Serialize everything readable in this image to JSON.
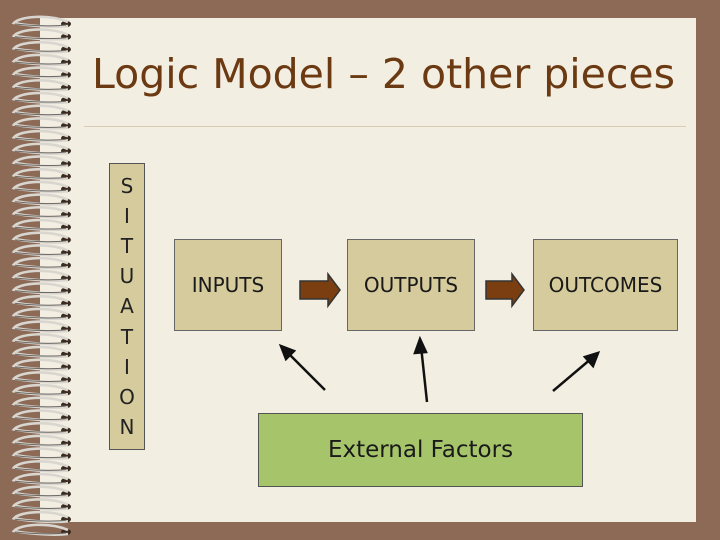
{
  "slide": {
    "title": "Logic Model – 2 other pieces",
    "situation_letters": [
      "S",
      "I",
      "T",
      "U",
      "A",
      "T",
      "I",
      "O",
      "N"
    ],
    "boxes": {
      "inputs": "INPUTS",
      "outputs": "OUTPUTS",
      "outcomes": "OUTCOMES"
    },
    "external_factors": "External Factors"
  },
  "colors": {
    "title": "#6b3a12",
    "box_fill": "#d5cb9c",
    "external_fill": "#a6c46a",
    "arrow_fill": "#7a3e10",
    "background": "#8c6a55"
  }
}
